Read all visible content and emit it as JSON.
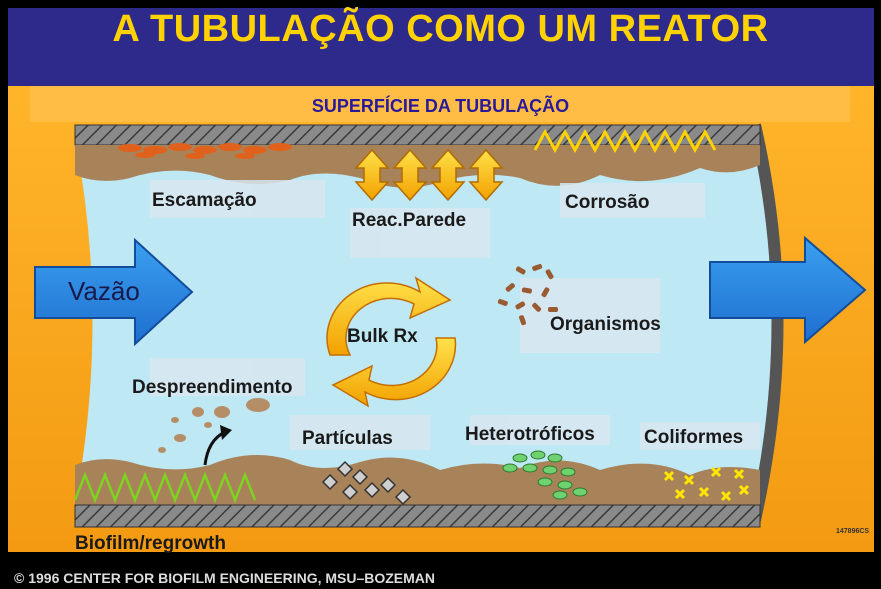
{
  "title": "A TUBULAÇÃO COMO UM REATOR",
  "subtitle": "SUPERFÍCIE DA TUBULAÇÃO",
  "flow_label": "Vazão",
  "labels": {
    "scaling": "Escamação",
    "wall_reaction": "Reac.Parede",
    "corrosion": "Corrosão",
    "bulk_reaction": "Bulk Rx",
    "organisms": "Organismos",
    "detachment": "Despreendimento",
    "particles": "Partículas",
    "heterotrophs": "Heterotróficos",
    "coliforms": "Coliformes",
    "biofilm": "Biofilm/regrowth"
  },
  "image_code": "147896CS",
  "footer": "© 1996   CENTER FOR BIOFILM ENGINEERING, MSU–BOZEMAN",
  "colors": {
    "title_band": "#2e2a8c",
    "title_text": "#ffd200",
    "background": "#f7a51c",
    "water": "#bfe8f5",
    "arrow": "#2f8be0",
    "sediment": "#a8835a"
  }
}
